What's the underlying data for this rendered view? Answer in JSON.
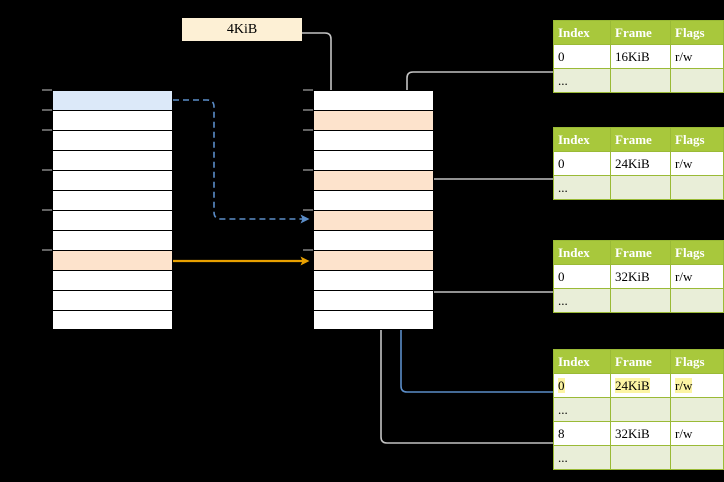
{
  "diagram": {
    "title_label": {
      "text": "4KiB"
    },
    "virtual_memory": {
      "name": "virtual-address-space",
      "rows": [
        {
          "style": "blue"
        },
        {
          "style": "plain"
        },
        {
          "style": "plain"
        },
        {
          "style": "plain"
        },
        {
          "style": "plain"
        },
        {
          "style": "plain"
        },
        {
          "style": "plain"
        },
        {
          "style": "plain"
        },
        {
          "style": "peach"
        },
        {
          "style": "plain"
        },
        {
          "style": "plain"
        },
        {
          "style": "plain"
        }
      ]
    },
    "physical_memory": {
      "name": "physical-address-space",
      "rows": [
        {
          "style": "plain"
        },
        {
          "style": "peach"
        },
        {
          "style": "plain"
        },
        {
          "style": "plain"
        },
        {
          "style": "peach"
        },
        {
          "style": "plain"
        },
        {
          "style": "peach"
        },
        {
          "style": "plain"
        },
        {
          "style": "peach"
        },
        {
          "style": "plain"
        },
        {
          "style": "plain"
        },
        {
          "style": "plain"
        }
      ]
    },
    "tables": [
      {
        "id": "page-table-1",
        "headers": [
          "Index",
          "Frame",
          "Flags"
        ],
        "rows": [
          {
            "type": "data",
            "cells": [
              "0",
              "16KiB",
              "r/w"
            ],
            "highlight": false
          },
          {
            "type": "dots",
            "cells": [
              "...",
              "",
              ""
            ],
            "highlight": false
          }
        ]
      },
      {
        "id": "page-table-2",
        "headers": [
          "Index",
          "Frame",
          "Flags"
        ],
        "rows": [
          {
            "type": "data",
            "cells": [
              "0",
              "24KiB",
              "r/w"
            ],
            "highlight": false
          },
          {
            "type": "dots",
            "cells": [
              "...",
              "",
              ""
            ],
            "highlight": false
          }
        ]
      },
      {
        "id": "page-table-3",
        "headers": [
          "Index",
          "Frame",
          "Flags"
        ],
        "rows": [
          {
            "type": "data",
            "cells": [
              "0",
              "32KiB",
              "r/w"
            ],
            "highlight": false
          },
          {
            "type": "dots",
            "cells": [
              "...",
              "",
              ""
            ],
            "highlight": false
          }
        ]
      },
      {
        "id": "page-table-4",
        "headers": [
          "Index",
          "Frame",
          "Flags"
        ],
        "rows": [
          {
            "type": "data",
            "cells": [
              "0",
              "24KiB",
              "r/w"
            ],
            "highlight": true
          },
          {
            "type": "dots",
            "cells": [
              "...",
              "",
              ""
            ],
            "highlight": false
          },
          {
            "type": "data",
            "cells": [
              "8",
              "32KiB",
              "r/w"
            ],
            "highlight": false
          },
          {
            "type": "dots",
            "cells": [
              "...",
              "",
              ""
            ],
            "highlight": false
          }
        ]
      }
    ],
    "colors": {
      "header_green": "#a8c83c",
      "dots_green": "#e9eed8",
      "highlight_yellow": "#fcf4a3",
      "peach": "#fde3cc",
      "blue_row": "#dce9f9",
      "label_bg": "#fdf0d5",
      "arrow_orange": "#e8a000",
      "arrow_blue": "#5b8dc8",
      "arrow_gray": "#c0c0c0",
      "background": "#000000"
    },
    "connectors": [
      {
        "name": "label-to-physical-row2",
        "style": "gray-solid"
      },
      {
        "name": "table1-to-physical-row5",
        "style": "gray-solid"
      },
      {
        "name": "table2-to-physical-row7",
        "style": "gray-solid"
      },
      {
        "name": "physical-row7-to-table3",
        "style": "gray-solid"
      },
      {
        "name": "physical-row9-to-table4-row8",
        "style": "gray-solid"
      },
      {
        "name": "table4-row0-to-physical-row7",
        "style": "blue-solid"
      },
      {
        "name": "virtual-row1-to-physical-row7",
        "style": "blue-dashed"
      },
      {
        "name": "virtual-row9-to-physical-row9",
        "style": "orange-solid"
      }
    ]
  }
}
